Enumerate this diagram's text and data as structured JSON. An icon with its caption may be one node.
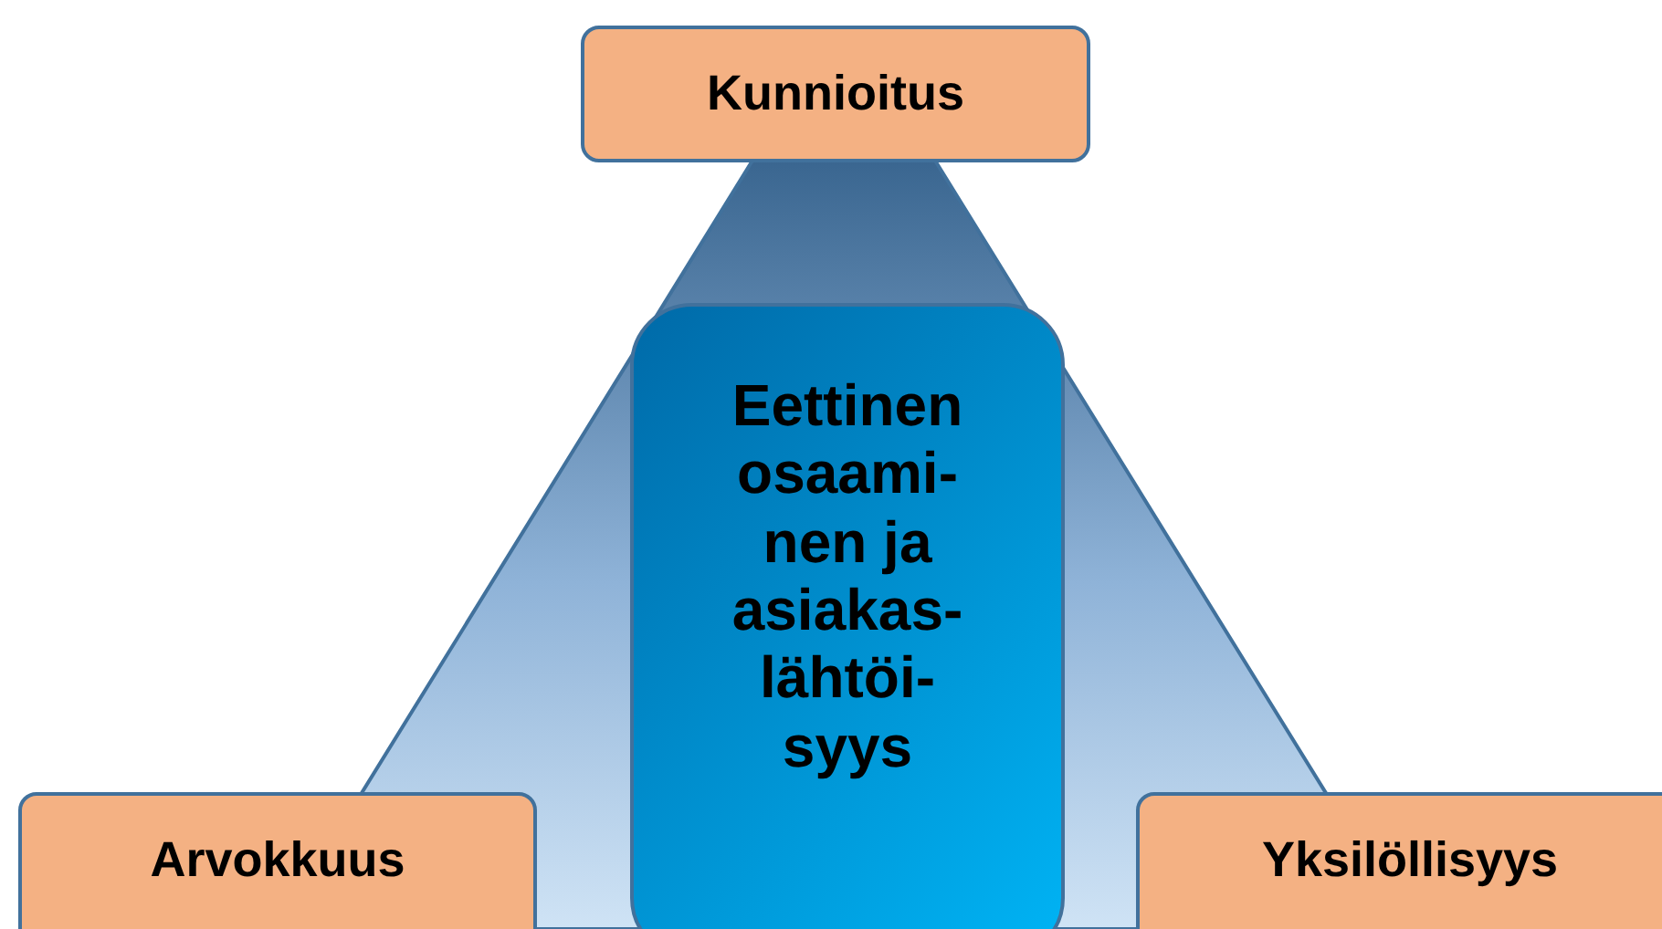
{
  "diagram": {
    "nodes": [
      {
        "text": [
          "Kunnioitus"
        ]
      },
      {
        "text": [
          "Eettinen osaami- nen ja asiakas- lähtöi- syys"
        ]
      },
      {
        "text": [
          "Arvokkuus"
        ]
      },
      {
        "text": [
          "Yksilöllisyys"
        ]
      }
    ]
  }
}
